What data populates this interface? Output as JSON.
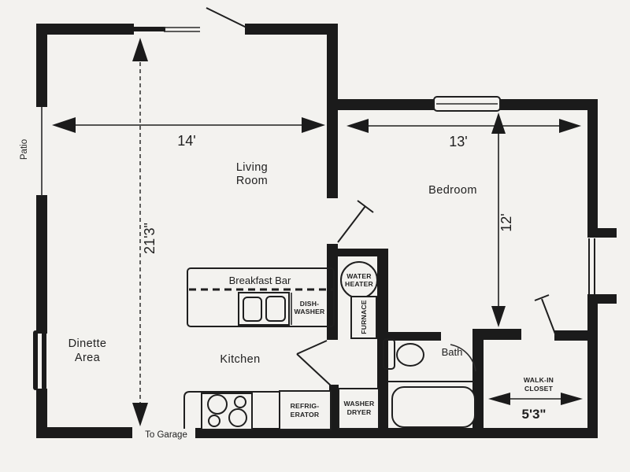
{
  "rooms": {
    "patio": {
      "label": "Patio"
    },
    "living_room": {
      "line1": "Living",
      "line2": "Room"
    },
    "bedroom": {
      "label": "Bedroom"
    },
    "dinette": {
      "line1": "Dinette",
      "line2": "Area"
    },
    "kitchen": {
      "label": "Kitchen"
    },
    "bath": {
      "label": "Bath"
    },
    "walk_in_closet": {
      "line1": "WALK-IN",
      "line2": "CLOSET"
    }
  },
  "dimensions": {
    "living_width": "14'",
    "overall_depth": "21'3\"",
    "bedroom_width": "13'",
    "bedroom_depth": "12'",
    "closet_width": "5'3\""
  },
  "fixtures": {
    "breakfast_bar": "Breakfast Bar",
    "dishwasher": {
      "line1": "DISH-",
      "line2": "WASHER"
    },
    "water_heater": {
      "line1": "WATER",
      "line2": "HEATER"
    },
    "furnace": "FURNACE",
    "refrigerator": {
      "line1": "REFRIG-",
      "line2": "ERATOR"
    },
    "washer_dryer": {
      "line1": "WASHER",
      "line2": "DRYER"
    }
  },
  "annotations": {
    "to_garage": "To Garage"
  },
  "colors": {
    "wall": "#1b1b1b",
    "background": "#f3f2ef",
    "ink": "#1f1f1f"
  }
}
